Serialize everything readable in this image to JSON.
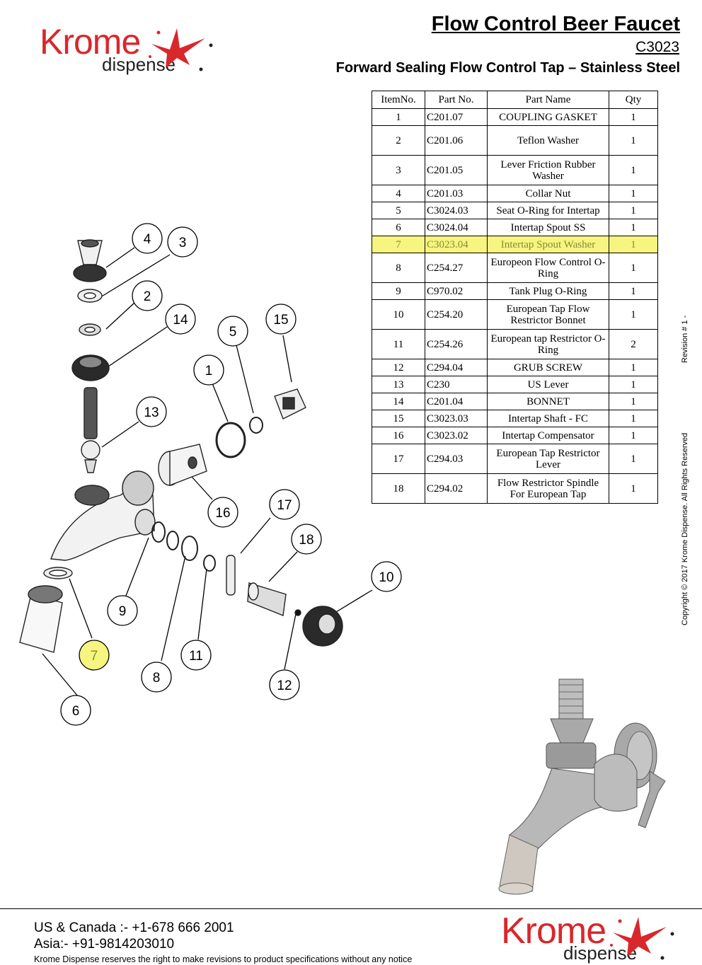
{
  "brand": {
    "name": "Krome",
    "sub": "dispense",
    "red": "#d8282c"
  },
  "header": {
    "title": "Flow Control Beer Faucet",
    "code": "C3023",
    "subtitle": "Forward Sealing Flow Control Tap – Stainless Steel"
  },
  "table": {
    "headers": [
      "ItemNo.",
      "Part No.",
      "Part Name",
      "Qty"
    ],
    "rows": [
      {
        "item": "1",
        "part_no": "C201.07",
        "name": "COUPLING GASKET",
        "qty": "1"
      },
      {
        "item": "2",
        "part_no": "C201.06",
        "name": "Teflon Washer",
        "qty": "1"
      },
      {
        "item": "3",
        "part_no": "C201.05",
        "name": "Lever Friction Rubber Washer",
        "qty": "1"
      },
      {
        "item": "4",
        "part_no": "C201.03",
        "name": "Collar Nut",
        "qty": "1"
      },
      {
        "item": "5",
        "part_no": "C3024.03",
        "name": "Seat O-Ring for Intertap",
        "qty": "1"
      },
      {
        "item": "6",
        "part_no": "C3024.04",
        "name": "Intertap Spout SS",
        "qty": "1"
      },
      {
        "item": "7",
        "part_no": "C3023.04",
        "name": "Intertap Spout Washer",
        "qty": "1",
        "highlight": true
      },
      {
        "item": "8",
        "part_no": "C254.27",
        "name": "Europeon Flow Control O-Ring",
        "qty": "1"
      },
      {
        "item": "9",
        "part_no": "C970.02",
        "name": "Tank Plug O-Ring",
        "qty": "1"
      },
      {
        "item": "10",
        "part_no": "C254.20",
        "name": "European Tap Flow Restrictor Bonnet",
        "qty": "1"
      },
      {
        "item": "11",
        "part_no": "C254.26",
        "name": "European tap Restrictor O-Ring",
        "qty": "2"
      },
      {
        "item": "12",
        "part_no": "C294.04",
        "name": "GRUB SCREW",
        "qty": "1"
      },
      {
        "item": "13",
        "part_no": "C230",
        "name": "US Lever",
        "qty": "1"
      },
      {
        "item": "14",
        "part_no": "C201.04",
        "name": "BONNET",
        "qty": "1"
      },
      {
        "item": "15",
        "part_no": "C3023.03",
        "name": "Intertap Shaft - FC",
        "qty": "1"
      },
      {
        "item": "16",
        "part_no": "C3023.02",
        "name": "Intertap Compensator",
        "qty": "1"
      },
      {
        "item": "17",
        "part_no": "C294.03",
        "name": "European Tap Restrictor Lever",
        "qty": "1"
      },
      {
        "item": "18",
        "part_no": "C294.02",
        "name": "Flow Restrictor Spindle For European Tap",
        "qty": "1"
      }
    ],
    "highlight_color": "#f5f580"
  },
  "side": {
    "revision": "Revision # 1 -",
    "copyright": "Copyright © 2017 Krome Dispense. All Rights Reserved"
  },
  "callouts": [
    "1",
    "2",
    "3",
    "4",
    "5",
    "6",
    "7",
    "8",
    "9",
    "10",
    "11",
    "12",
    "13",
    "14",
    "15",
    "16",
    "17",
    "18"
  ],
  "highlighted_callout": "7",
  "footer": {
    "phone_us": "US & Canada :- +1-678 666 2001",
    "phone_asia": "Asia:- +91-9814203010",
    "notice": "Krome Dispense reserves the right to make revisions to product specifications without any notice"
  }
}
